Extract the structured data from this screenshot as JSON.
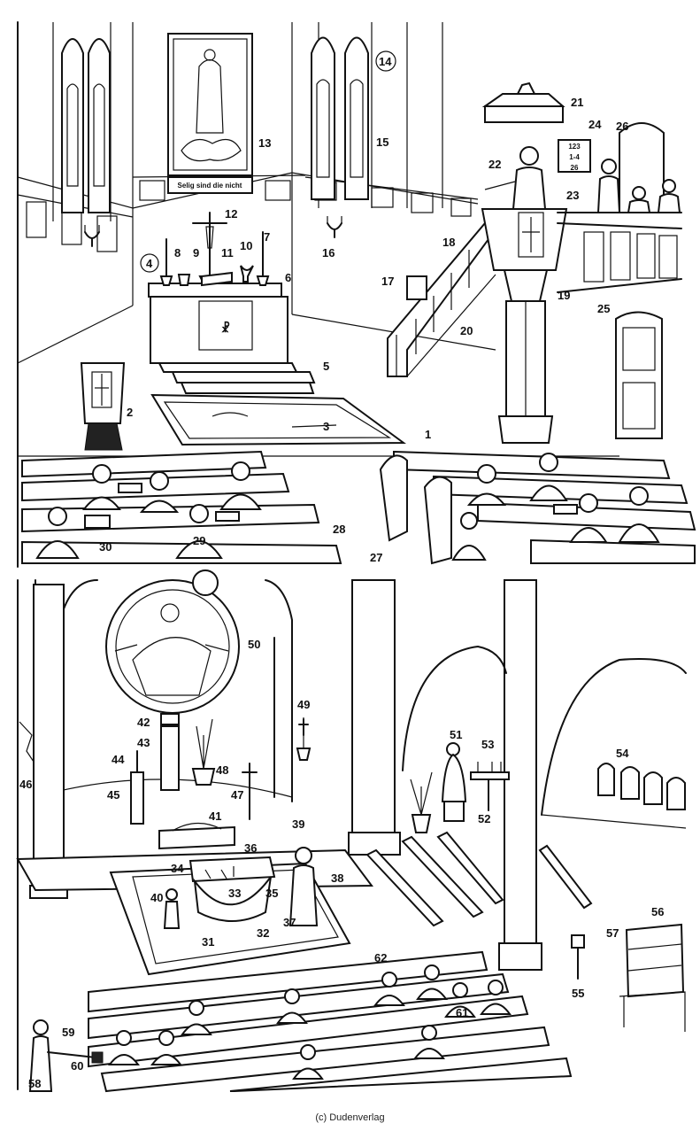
{
  "credit": "(c) Dudenverlag",
  "top_scene": {
    "altar_inscription": "Selig sind die nicht",
    "hymn_board": [
      "123",
      "1-4",
      "26"
    ],
    "labels": [
      "1",
      "2",
      "3",
      "4",
      "5",
      "6",
      "7",
      "8",
      "9",
      "10",
      "11",
      "12",
      "13",
      "14",
      "15",
      "16",
      "17",
      "18",
      "19",
      "20",
      "21",
      "22",
      "23",
      "24",
      "25",
      "26",
      "27",
      "28",
      "29",
      "30"
    ]
  },
  "bottom_scene": {
    "labels": [
      "31",
      "32",
      "33",
      "34",
      "35",
      "36",
      "37",
      "38",
      "39",
      "40",
      "41",
      "42",
      "43",
      "44",
      "45",
      "46",
      "47",
      "48",
      "49",
      "50",
      "51",
      "52",
      "53",
      "54",
      "55",
      "56",
      "57",
      "58",
      "59",
      "60",
      "61",
      "62"
    ]
  }
}
